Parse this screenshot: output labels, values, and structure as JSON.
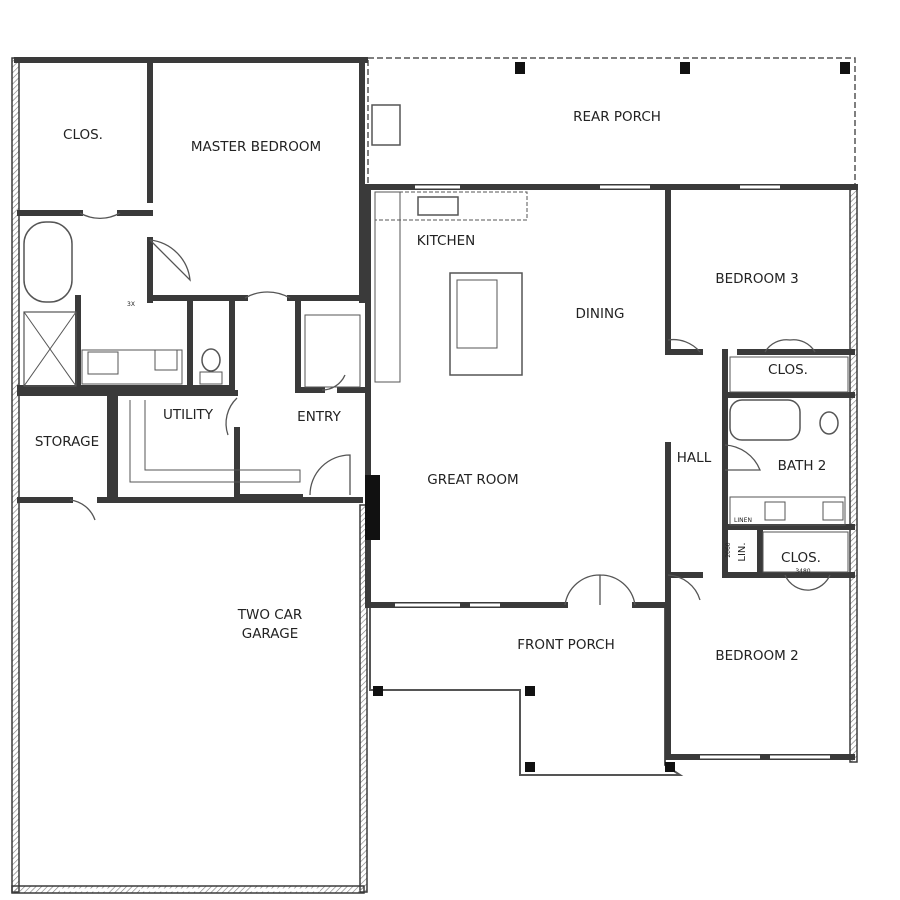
{
  "plan": {
    "rooms": {
      "closet_master": "CLOS.",
      "master_bedroom": "MASTER BEDROOM",
      "rear_porch": "REAR PORCH",
      "kitchen": "KITCHEN",
      "dining": "DINING",
      "bedroom_3": "BEDROOM 3",
      "closet_bed3": "CLOS.",
      "utility": "UTILITY",
      "entry": "ENTRY",
      "storage": "STORAGE",
      "great_room": "GREAT ROOM",
      "hall": "HALL",
      "bath_2": "BATH 2",
      "closet_bed2": "CLOS.",
      "two_car_garage_line1": "TWO CAR",
      "two_car_garage_line2": "GARAGE",
      "front_porch": "FRONT PORCH",
      "bedroom_2": "BEDROOM 2"
    },
    "small_labels": {
      "linen": "LINEN",
      "lin": "LIN.",
      "door_lin": "2060",
      "door_clos": "3480",
      "master_bath_note": "3X"
    },
    "colors": {
      "wall": "#3a3a3a",
      "line": "#555555"
    }
  }
}
